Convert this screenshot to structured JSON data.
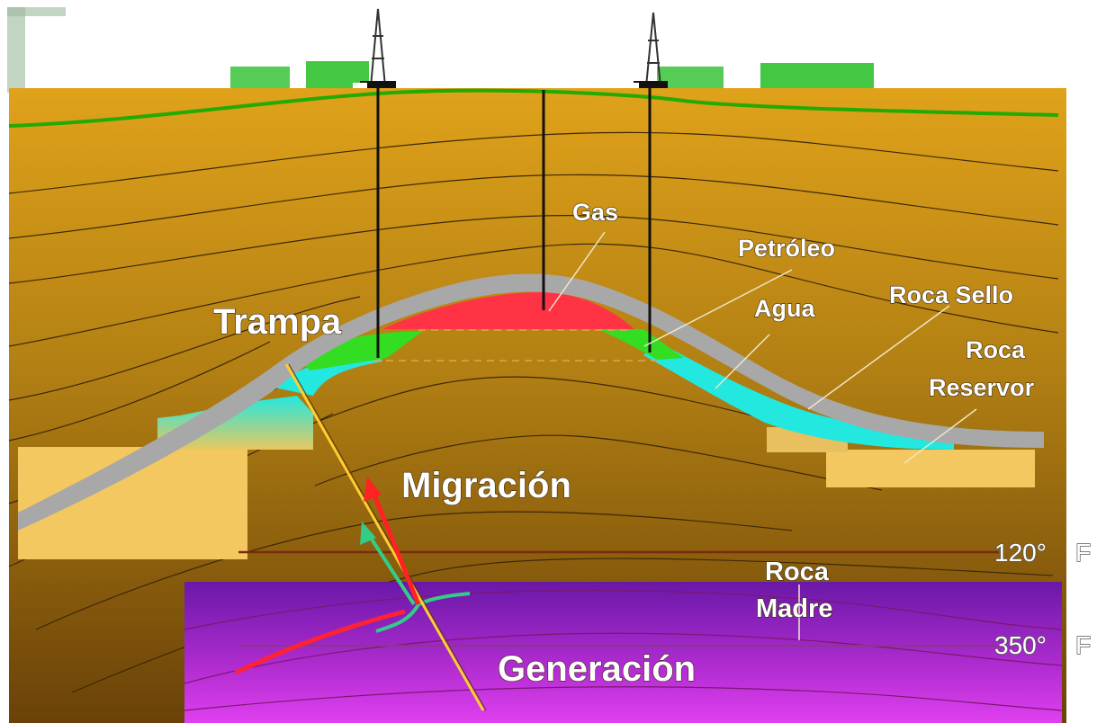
{
  "labels": {
    "gas": "Gas",
    "petroleo": "Petróleo",
    "agua": "Agua",
    "roca_sello": "Roca Sello",
    "roca_reservorio_line1": "Roca",
    "roca_reservorio_line2": "Reservor",
    "trampa": "Trampa",
    "migracion": "Migración",
    "roca_madre_line1": "Roca",
    "roca_madre_line2": "Madre",
    "generacion": "Generación",
    "temp_120": "120°",
    "temp_350": "350°",
    "temp_unit_1": "F",
    "temp_unit_2": "F"
  },
  "icons": [
    "drilling-rig-icon",
    "building-icon",
    "migration-arrow-icon"
  ],
  "colors": {
    "sediment": "#b9860f",
    "sediment_deep": "#8a5a10",
    "surface_green": "#33cc00",
    "seal_rock": "#a8a8a8",
    "gas": "#ff3344",
    "oil": "#33dd22",
    "water": "#22e8e0",
    "reservoir_sand": "#f3c860",
    "source_rock": "#b020d0",
    "fault_line": "#ffcc33",
    "temp_line": "#7a2a10"
  }
}
